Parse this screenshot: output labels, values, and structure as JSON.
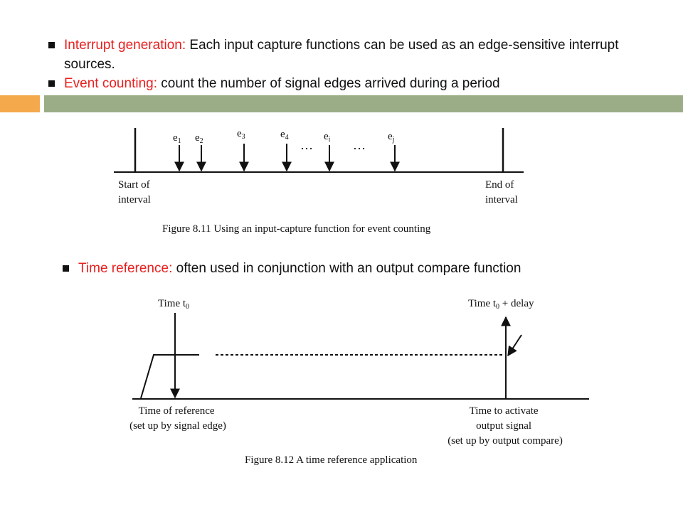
{
  "bullets": [
    {
      "term": "Interrupt generation:",
      "text": " Each input capture functions can be used as an edge-sensitive interrupt sources."
    },
    {
      "term": "Event counting:",
      "text": " count the number of signal edges arrived during a period"
    },
    {
      "term": "Time reference:",
      "text": " often used in conjunction with an output compare function"
    }
  ],
  "colors": {
    "term": "#e8201f",
    "band_orange": "#f4a94c",
    "band_green": "#9aad86"
  },
  "figure1": {
    "events": [
      "e",
      "e",
      "e",
      "e",
      "e",
      "e"
    ],
    "event_subs": [
      "1",
      "2",
      "3",
      "4",
      "i",
      "j"
    ],
    "ellipsis": "…",
    "start_label": [
      "Start of",
      "interval"
    ],
    "end_label": [
      "End of",
      "interval"
    ],
    "caption": "Figure 8.11 Using an input-capture function for event counting"
  },
  "figure2": {
    "time_label": "Time t",
    "time_sub": "0",
    "delay_label": "Time t",
    "delay_sub": "0",
    "delay_suffix": " + delay",
    "reference_label": [
      "Time of reference",
      "(set up by signal edge)"
    ],
    "activate_label": [
      "Time to activate",
      "output signal",
      "(set up by output compare)"
    ],
    "caption": "Figure 8.12 A time reference application"
  }
}
